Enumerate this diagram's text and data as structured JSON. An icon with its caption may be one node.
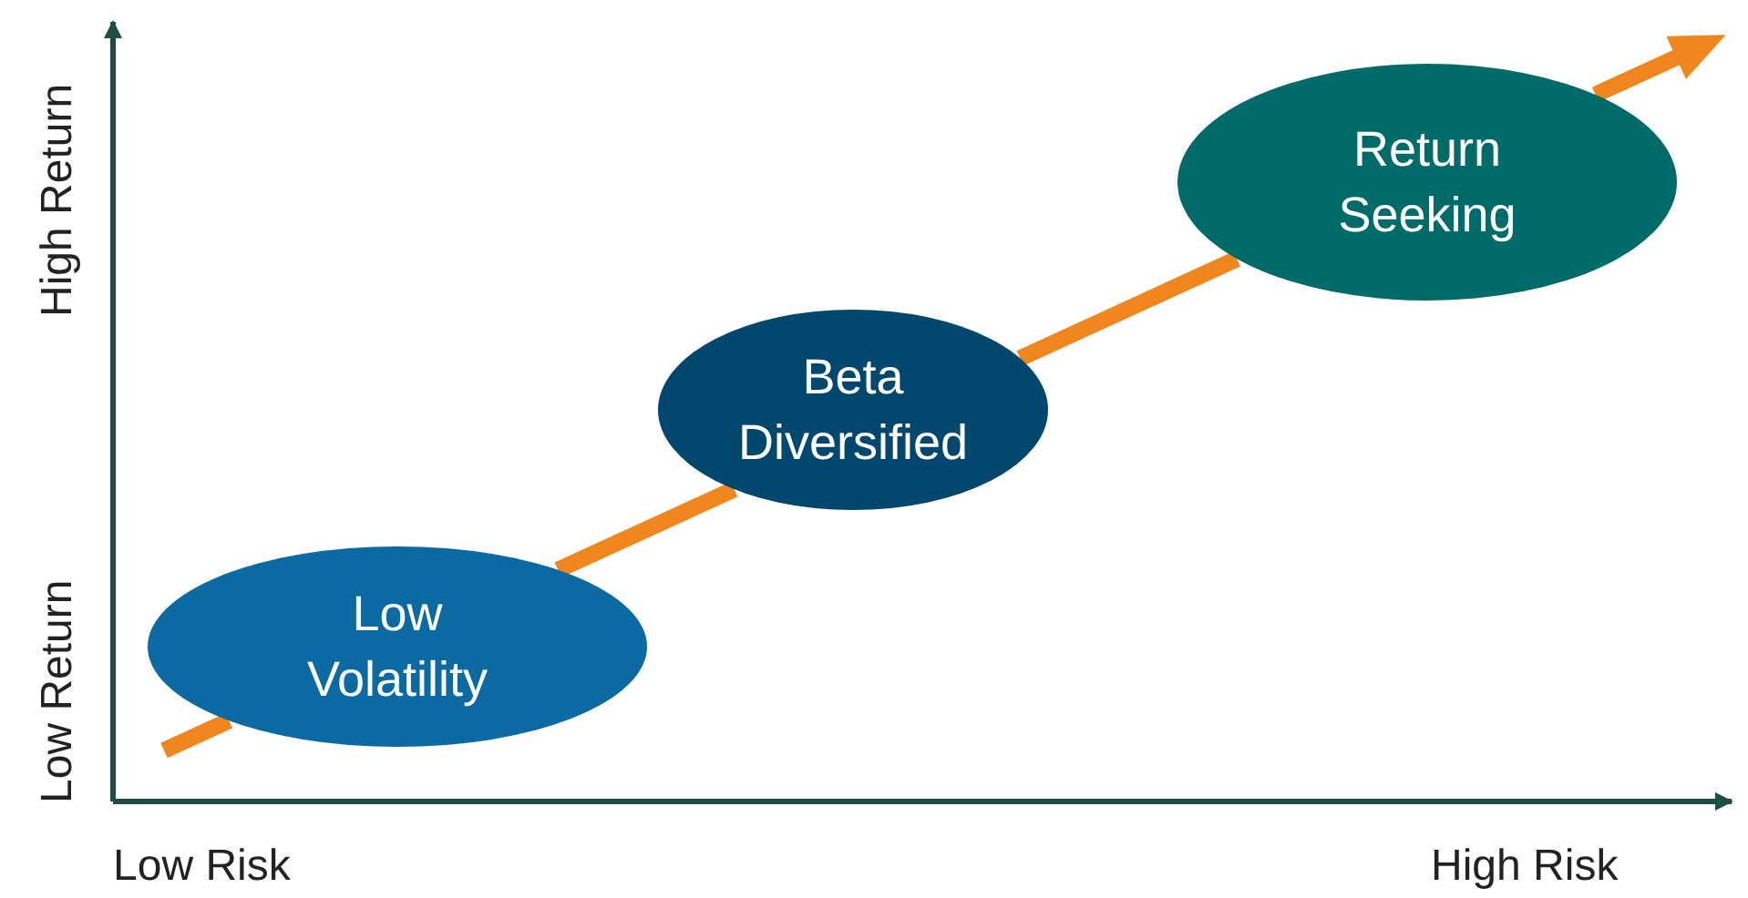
{
  "diagram": {
    "nodes": [
      {
        "text": [
          "Low Volatility"
        ]
      },
      {
        "text": [
          "Beta Diversified"
        ]
      },
      {
        "text": [
          "Return Seeking"
        ]
      }
    ],
    "edges": [
      {
        "from": null,
        "to": 0,
        "arrow": "none"
      },
      {
        "from": 0,
        "to": 1,
        "arrow": "none"
      },
      {
        "from": 1,
        "to": 2,
        "arrow": "none"
      },
      {
        "from": 2,
        "to": null,
        "arrow": "to"
      }
    ],
    "labels": [
      "High Return",
      "Low Return",
      "Low Risk",
      "High Risk"
    ]
  }
}
